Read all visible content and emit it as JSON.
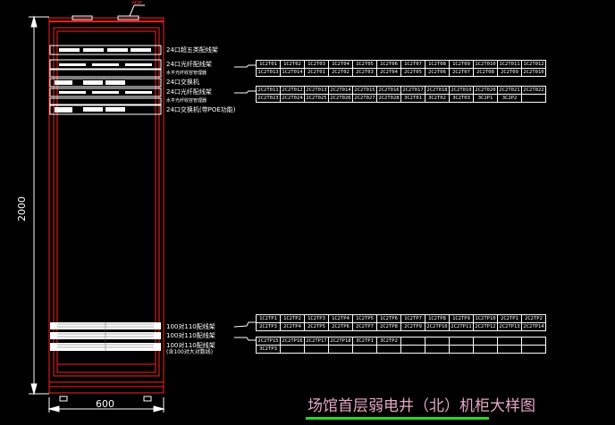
{
  "dimensions": {
    "height": "2000",
    "width": "600"
  },
  "top_tag": "MDF",
  "equipment_labels": [
    "24口超五类配线架",
    "24口光纤配线架",
    "水平光纤收容管理器",
    "24口交换机",
    "24口光纤配线架",
    "水平光纤收容管理器",
    "24口交换机(带POE功能)"
  ],
  "voice_labels": [
    "100对110配线架",
    "100对110配线架",
    "100对110配线架",
    "(含100对大对数线)"
  ],
  "title": "场馆首层弱电井（北）机柜大样图",
  "colors": {
    "cabinet": "#ff2020",
    "title": "#e4a6c4",
    "underline": "#22dd22"
  },
  "tables": [
    [
      [
        "1C2T01",
        "1C2T02",
        "1C2T03",
        "1C2T04",
        "1C2T05",
        "1C2T06",
        "1C2T07",
        "1C2T08",
        "1C2T09",
        "1C2T010",
        "1C2T011",
        "1C2T012"
      ],
      [
        "1C2T013",
        "1C2T014",
        "2C2T01",
        "2C2T02",
        "2C2T03",
        "2C2T04",
        "2C2T05",
        "2C2T06",
        "2C2T07",
        "2C2T08",
        "2C2T09",
        "2C2T010"
      ]
    ],
    [
      [
        "2C2T011",
        "2C2T012",
        "2C2T013",
        "2C2T014",
        "2C2T015",
        "2C2T016",
        "2C2T017",
        "2C2T018",
        "2C2T019",
        "2C2T020",
        "2C2T021",
        "2C2T022"
      ],
      [
        "2C2T023",
        "2C2T024",
        "2C2T025",
        "2C2T026",
        "2C2T027",
        "2C2T028",
        "3C2T01",
        "3C2T02",
        "3C2T03",
        "3C2P1",
        "3C2P2",
        ""
      ]
    ],
    [
      [
        "1C2TP1",
        "1C2TP2",
        "1C2TP3",
        "1C2TP4",
        "1C2TP5",
        "1C2TP6",
        "1C2TP7",
        "1C2TP8",
        "1C2TP9",
        "1C2TP10",
        "2C2TP1",
        "2C2TP2"
      ],
      [
        "2C2TP3",
        "2C2TP4",
        "2C2TP5",
        "2C2TP6",
        "2C2TP7",
        "2C2TP8",
        "2C2TP9",
        "2C2TP10",
        "2C2TP11",
        "2C2TP12",
        "2C2TP13",
        "2C2TP14"
      ]
    ],
    [
      [
        "2C2TP15",
        "2C2TP16",
        "2C2TP17",
        "2C2TP18",
        "3C2TP1",
        "3C2TP2",
        "",
        "",
        "",
        "",
        "",
        ""
      ],
      [
        "3C2TP3",
        "",
        "",
        "",
        "",
        "",
        "",
        "",
        "",
        "",
        "",
        ""
      ]
    ]
  ]
}
